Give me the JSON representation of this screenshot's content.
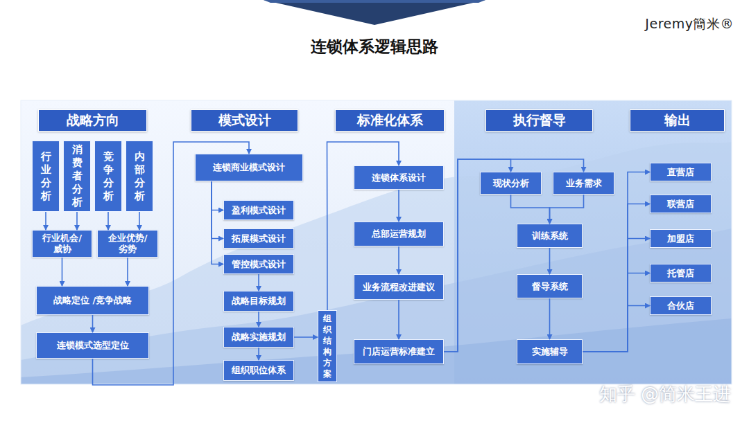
{
  "diagram": {
    "title": "连锁体系逻辑思路",
    "nodes": [
      {
        "text": [
          "战略方向"
        ]
      },
      {
        "text": [
          "行业分析"
        ]
      },
      {
        "text": [
          "消费者分析"
        ]
      },
      {
        "text": [
          "竞争分析"
        ]
      },
      {
        "text": [
          "内部分析"
        ]
      },
      {
        "text": [
          "行业机会/ 威协"
        ]
      },
      {
        "text": [
          "企业优势/ 劣势"
        ]
      },
      {
        "text": [
          "战略定位 /竞争战略"
        ]
      },
      {
        "text": [
          "连锁模式选型定位"
        ]
      },
      {
        "text": [
          "模式设计"
        ]
      },
      {
        "text": [
          "连锁商业模式设计"
        ]
      },
      {
        "text": [
          "盈利模式设计"
        ]
      },
      {
        "text": [
          "拓展模式设计"
        ]
      },
      {
        "text": [
          "管控模式设计"
        ]
      },
      {
        "text": [
          "战略目标规划"
        ]
      },
      {
        "text": [
          "战略实施规划"
        ]
      },
      {
        "text": [
          "组织职位体系"
        ]
      },
      {
        "text": [
          "组织结构方案"
        ]
      },
      {
        "text": [
          "标准化体系"
        ]
      },
      {
        "text": [
          "连锁体系设计"
        ]
      },
      {
        "text": [
          "总部运营规划"
        ]
      },
      {
        "text": [
          "业务流程改进建议"
        ]
      },
      {
        "text": [
          "门店运营标准建立"
        ]
      },
      {
        "text": [
          "执行督导"
        ]
      },
      {
        "text": [
          "现状分析"
        ]
      },
      {
        "text": [
          "业务需求"
        ]
      },
      {
        "text": [
          "训练系统"
        ]
      },
      {
        "text": [
          "督导系统"
        ]
      },
      {
        "text": [
          "实施辅导"
        ]
      },
      {
        "text": [
          "输出"
        ]
      },
      {
        "text": [
          "直营店"
        ]
      },
      {
        "text": [
          "联营店"
        ]
      },
      {
        "text": [
          "加盟店"
        ]
      },
      {
        "text": [
          "托管店"
        ]
      },
      {
        "text": [
          "合伙店"
        ]
      }
    ],
    "edges": [
      {
        "from": 1,
        "to": 5,
        "arrow": "to"
      },
      {
        "from": 2,
        "to": 5,
        "arrow": "to"
      },
      {
        "from": 3,
        "to": 6,
        "arrow": "to"
      },
      {
        "from": 4,
        "to": 6,
        "arrow": "to"
      },
      {
        "from": 5,
        "to": 7,
        "arrow": "to"
      },
      {
        "from": 6,
        "to": 7,
        "arrow": "to"
      },
      {
        "from": 7,
        "to": 8,
        "arrow": "to"
      },
      {
        "from": 8,
        "to": 10,
        "arrow": "to"
      },
      {
        "from": 10,
        "to": 11,
        "arrow": "to"
      },
      {
        "from": 10,
        "to": 12,
        "arrow": "to"
      },
      {
        "from": 10,
        "to": 13,
        "arrow": "to"
      },
      {
        "from": 13,
        "to": 14,
        "arrow": "to"
      },
      {
        "from": 14,
        "to": 15,
        "arrow": "to"
      },
      {
        "from": 15,
        "to": 16,
        "arrow": "to"
      },
      {
        "from": 15,
        "to": 17,
        "arrow": "to"
      },
      {
        "from": 17,
        "to": 19,
        "arrow": "to"
      },
      {
        "from": 19,
        "to": 20,
        "arrow": "to"
      },
      {
        "from": 20,
        "to": 21,
        "arrow": "to"
      },
      {
        "from": 21,
        "to": 22,
        "arrow": "to"
      },
      {
        "from": 22,
        "to": 24,
        "arrow": "to"
      },
      {
        "from": 22,
        "to": 25,
        "arrow": "to"
      },
      {
        "from": 24,
        "to": 26,
        "arrow": "to"
      },
      {
        "from": 25,
        "to": 26,
        "arrow": "to"
      },
      {
        "from": 26,
        "to": 27,
        "arrow": "to"
      },
      {
        "from": 27,
        "to": 28,
        "arrow": "to"
      },
      {
        "from": 28,
        "to": 30,
        "arrow": "to"
      },
      {
        "from": 28,
        "to": 31,
        "arrow": "to"
      },
      {
        "from": 28,
        "to": 32,
        "arrow": "to"
      },
      {
        "from": 28,
        "to": 33,
        "arrow": "to"
      },
      {
        "from": 28,
        "to": 34,
        "arrow": "to"
      }
    ],
    "labels": [
      "Jeremy簡米®",
      "知乎 @简米王进"
    ]
  }
}
